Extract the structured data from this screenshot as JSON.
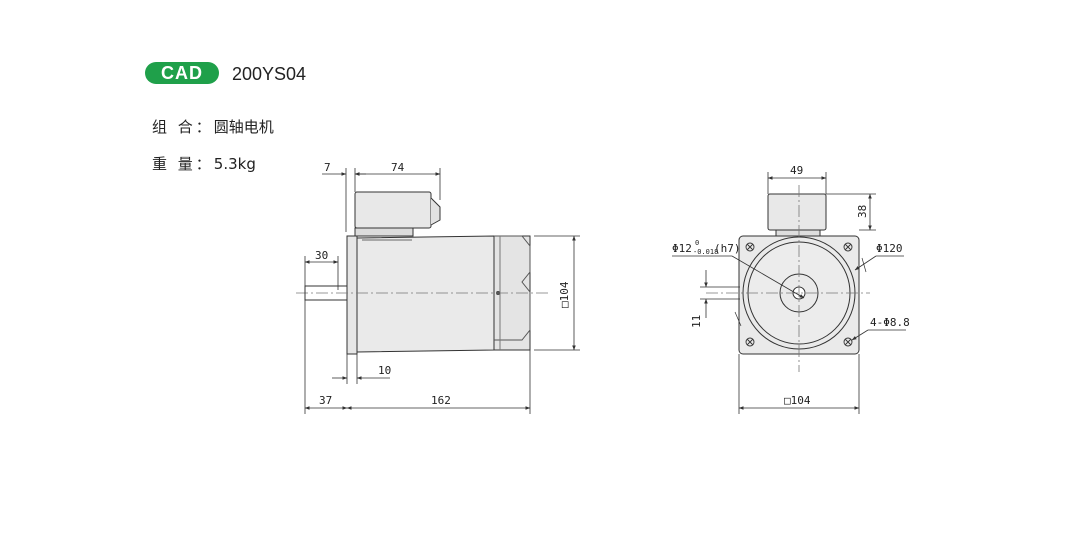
{
  "header": {
    "badge": "CAD",
    "model": "200YS04"
  },
  "specs": {
    "combination_label": "组 合：",
    "combination_value": "圆轴电机",
    "weight_label": "重 量：",
    "weight_value": "5.3kg"
  },
  "dimensions": {
    "terminal_offset": "7",
    "terminal_width": "74",
    "shaft_length": "30",
    "flange_thickness": "10",
    "shaft_to_flange": "37",
    "body_length": "162",
    "side_height": "□104",
    "front_box_width": "49",
    "front_box_height": "38",
    "shaft_diameter": "Φ12",
    "shaft_tol_upper": "0",
    "shaft_tol_lower": "-0.018",
    "shaft_fit": "(h7)",
    "pilot_diameter": "Φ120",
    "key_height": "11",
    "mount_holes": "4-Φ8.8",
    "front_width": "□104"
  },
  "colors": {
    "accent": "#1fa04a",
    "body_fill": "#eaeaea",
    "outline": "#333333"
  }
}
